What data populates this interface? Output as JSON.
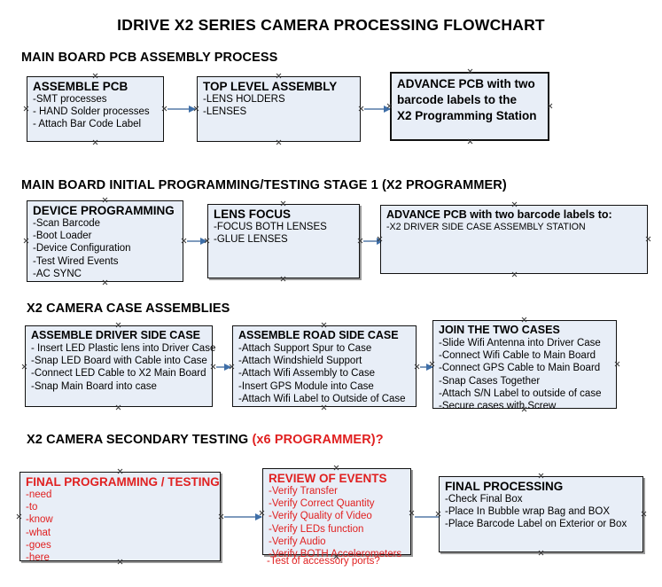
{
  "document": {
    "title": "IDRIVE X2  SERIES CAMERA PROCESSING FLOWCHART"
  },
  "colors": {
    "box_fill": "#e8eef7",
    "box_border": "#111111",
    "arrow": "#7f9bbd",
    "accent_red": "#e02020",
    "text": "#000000"
  },
  "sections": [
    {
      "heading": "MAIN BOARD PCB ASSEMBLY PROCESS",
      "heading_accent": "",
      "boxes": [
        {
          "title": "ASSEMBLE PCB",
          "lines": [
            "-SMT processes",
            "- HAND Solder processes",
            "- Attach Bar Code Label"
          ]
        },
        {
          "title": "TOP LEVEL ASSEMBLY",
          "lines": [
            "-LENS HOLDERS",
            "-LENSES"
          ]
        },
        {
          "title_lines": [
            "ADVANCE PCB with two",
            "barcode labels to the",
            " X2 Programming Station"
          ],
          "lines": []
        }
      ]
    },
    {
      "heading": "MAIN BOARD INITIAL PROGRAMMING/TESTING STAGE 1 (X2 PROGRAMMER)",
      "heading_accent": "",
      "boxes": [
        {
          "title": "DEVICE PROGRAMMING",
          "lines": [
            "-Scan Barcode",
            "-Boot Loader",
            "-Device Configuration",
            "-Test Wired Events",
            "-AC SYNC"
          ]
        },
        {
          "title": "LENS FOCUS",
          "lines": [
            "-FOCUS BOTH LENSES",
            "-GLUE LENSES"
          ]
        },
        {
          "title": "ADVANCE PCB with two barcode labels to:",
          "lines": [
            "-X2 DRIVER  SIDE  CASE  ASSEMBLY STATION"
          ]
        }
      ]
    },
    {
      "heading": "X2 CAMERA CASE ASSEMBLIES",
      "heading_accent": "",
      "boxes": [
        {
          "title": "ASSEMBLE DRIVER SIDE CASE",
          "lines": [
            "- Insert LED Plastic lens into Driver Case",
            "-Snap LED Board with Cable into Case",
            "-Connect LED Cable to X2 Main Board",
            "-Snap Main Board into case"
          ]
        },
        {
          "title": "ASSEMBLE ROAD SIDE CASE",
          "lines": [
            "-Attach Support Spur to Case",
            "-Attach Windshield Support",
            "-Attach Wifi Assembly to Case",
            "-Insert GPS Module into Case",
            "-Attach Wifi Label to Outside of Case"
          ]
        },
        {
          "title": "JOIN THE TWO CASES",
          "lines": [
            "-Slide Wifi Antenna into Driver Case",
            "-Connect Wifi Cable to Main Board",
            "-Connect GPS Cable to Main Board",
            "-Snap Cases Together",
            "-Attach S/N Label to outside of case",
            "-Secure cases with Screw"
          ]
        }
      ]
    },
    {
      "heading": "X2 CAMERA SECONDARY TESTING ",
      "heading_accent": "(x6 PROGRAMMER)?",
      "boxes": [
        {
          "title": "FINAL PROGRAMMING / TESTING",
          "lines": [
            "-need",
            "-to",
            "-know",
            "-what",
            "-goes",
            "-here"
          ]
        },
        {
          "title": "REVIEW OF EVENTS",
          "lines": [
            "-Verify Transfer",
            "-Verify Correct Quantity",
            "-Verify Quality of Video",
            "-Verify LEDs function",
            "-Verify Audio",
            "-Verify BOTH Accelerometers"
          ],
          "overflow_line": "-Test of accessory ports?"
        },
        {
          "title": "FINAL PROCESSING",
          "lines": [
            " -Check Final Box",
            "-Place In Bubble wrap Bag and BOX",
            "-Place Barcode Label on Exterior or Box"
          ]
        }
      ]
    }
  ]
}
